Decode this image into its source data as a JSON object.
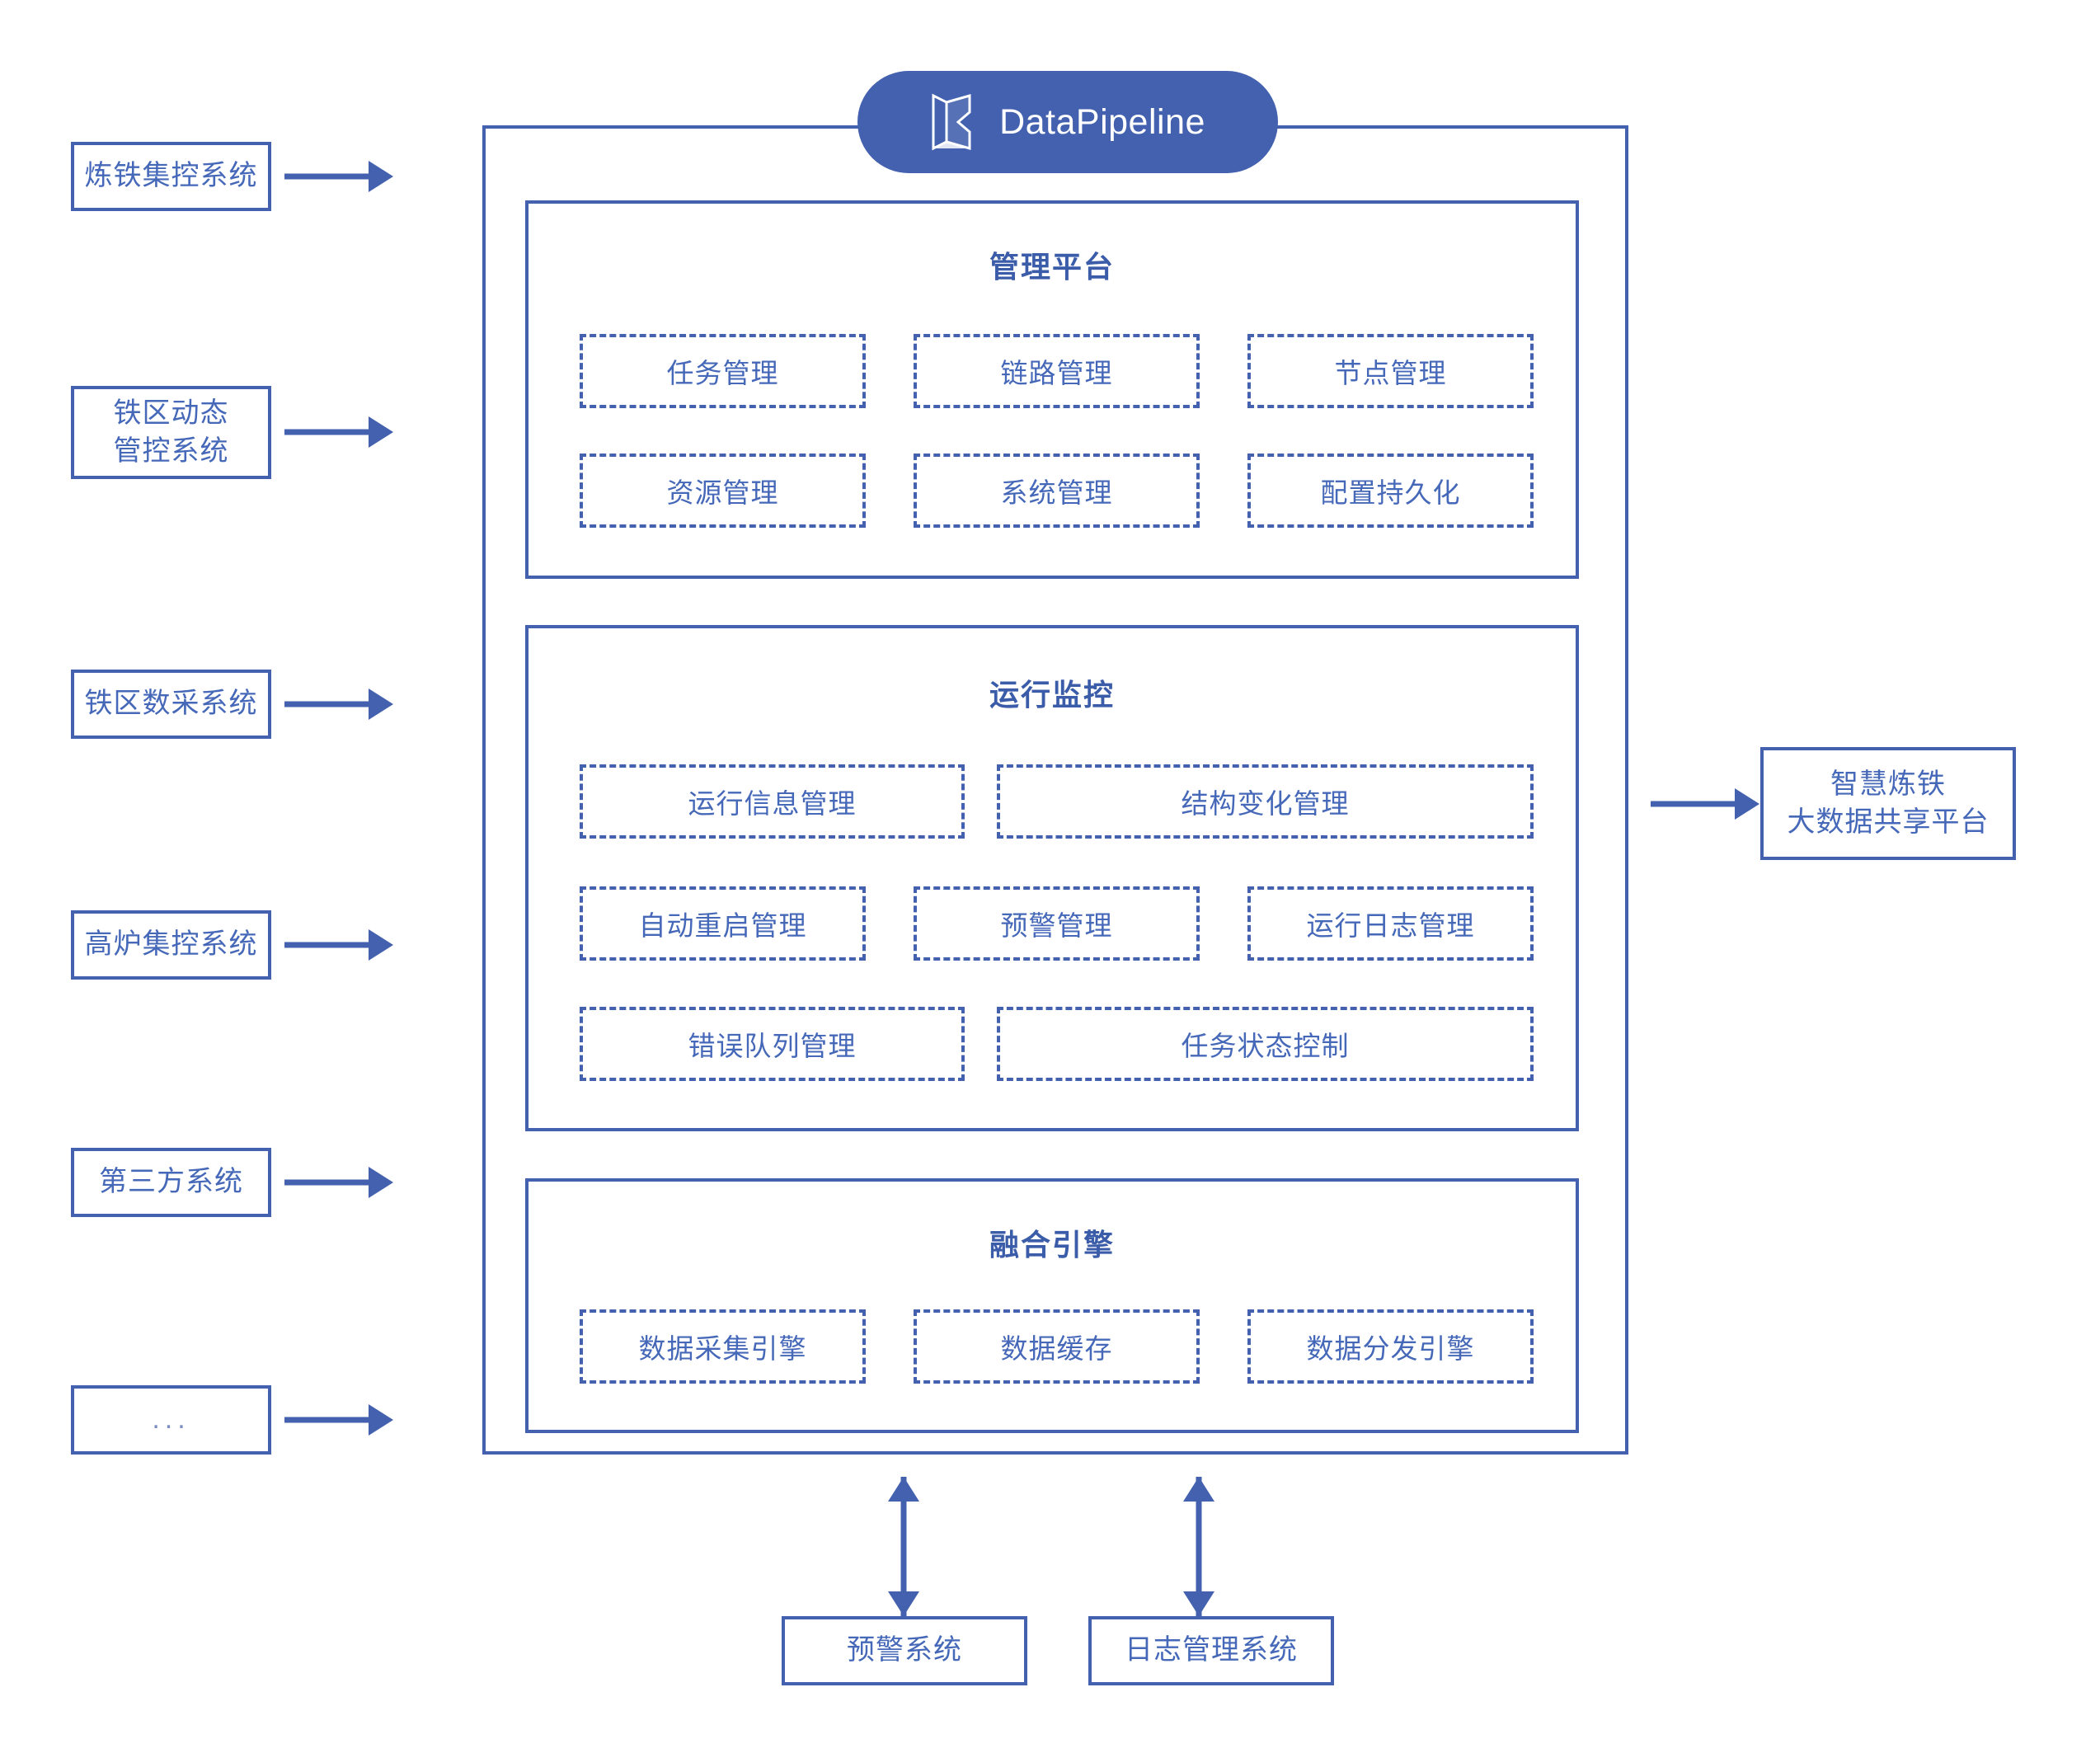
{
  "brand": {
    "name": "DataPipeline",
    "logo_icon": "datapipeline-logo-icon",
    "badge_color": "#4361AE"
  },
  "theme": {
    "accent": "#4361AE",
    "text": "#4668B8",
    "heading": "#3B5CA8",
    "background": "#FFFFFF"
  },
  "inputs": {
    "items": [
      {
        "label": "炼铁集控系统",
        "lines": [
          "炼铁集控系统"
        ]
      },
      {
        "label": "铁区动态管控系统",
        "lines": [
          "铁区动态",
          "管控系统"
        ]
      },
      {
        "label": "铁区数采系统",
        "lines": [
          "铁区数采系统"
        ]
      },
      {
        "label": "高炉集控系统",
        "lines": [
          "高炉集控系统"
        ]
      },
      {
        "label": "第三方系统",
        "lines": [
          "第三方系统"
        ]
      },
      {
        "label": "...",
        "lines": [
          "..."
        ]
      }
    ]
  },
  "outputs": {
    "items": [
      {
        "label": "智慧炼铁大数据共享平台",
        "lines": [
          "智慧炼铁",
          "大数据共享平台"
        ]
      }
    ]
  },
  "bottom_systems": {
    "items": [
      {
        "label": "预警系统"
      },
      {
        "label": "日志管理系统"
      }
    ]
  },
  "sections": [
    {
      "title": "管理平台",
      "rows": [
        [
          "任务管理",
          "链路管理",
          "节点管理"
        ],
        [
          "资源管理",
          "系统管理",
          "配置持久化"
        ]
      ]
    },
    {
      "title": "运行监控",
      "rows": [
        [
          "运行信息管理",
          "结构变化管理"
        ],
        [
          "自动重启管理",
          "预警管理",
          "运行日志管理"
        ],
        [
          "错误队列管理",
          "任务状态控制"
        ]
      ]
    },
    {
      "title": "融合引擎",
      "rows": [
        [
          "数据采集引擎",
          "数据缓存",
          "数据分发引擎"
        ]
      ]
    }
  ]
}
